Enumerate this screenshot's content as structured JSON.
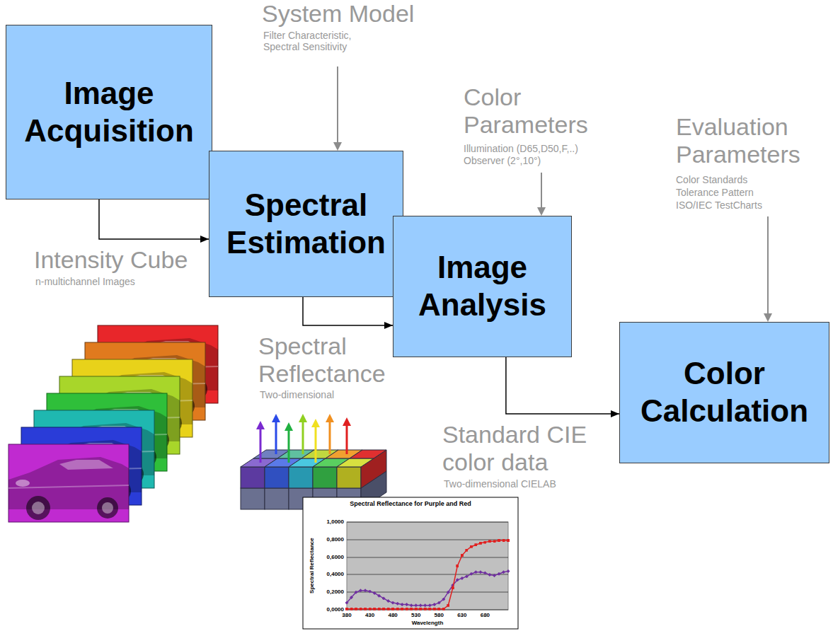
{
  "diagram": {
    "nodes": [
      {
        "text": [
          "Image Acquisition"
        ]
      },
      {
        "text": [
          "Spectral Estimation"
        ]
      },
      {
        "text": [
          "Image Analysis"
        ]
      },
      {
        "text": [
          "Color Calculation"
        ]
      }
    ],
    "edges": [
      {
        "from": 0,
        "to": 1,
        "arrow": "to"
      },
      {
        "from": 1,
        "to": 2,
        "arrow": "to"
      },
      {
        "from": 2,
        "to": 3,
        "arrow": "to"
      }
    ],
    "labels": [
      "System Model",
      "Filter Characteristic, Spectral Sensitivity",
      "Color Parameters",
      "Illumination (D65,D50,F,..)",
      "Observer (2°,10°)",
      "Evaluation Parameters",
      "Color Standards",
      "Tolerance Pattern",
      "ISO/IEC TestCharts",
      "Intensity Cube",
      "n-multichannel Images",
      "Spectral Reflectance",
      "Two-dimensional",
      "Standard CIE color data",
      "Two-dimensional CIELAB",
      "Spectral Reflectance for Purple and Red",
      "1,0000",
      "0,8000",
      "0,6000",
      "0,4000",
      "0,2000",
      "0,0000",
      "380",
      "430",
      "480",
      "530",
      "580",
      "630",
      "680",
      "Wavelength",
      "Spectral Reflectance"
    ]
  }
}
